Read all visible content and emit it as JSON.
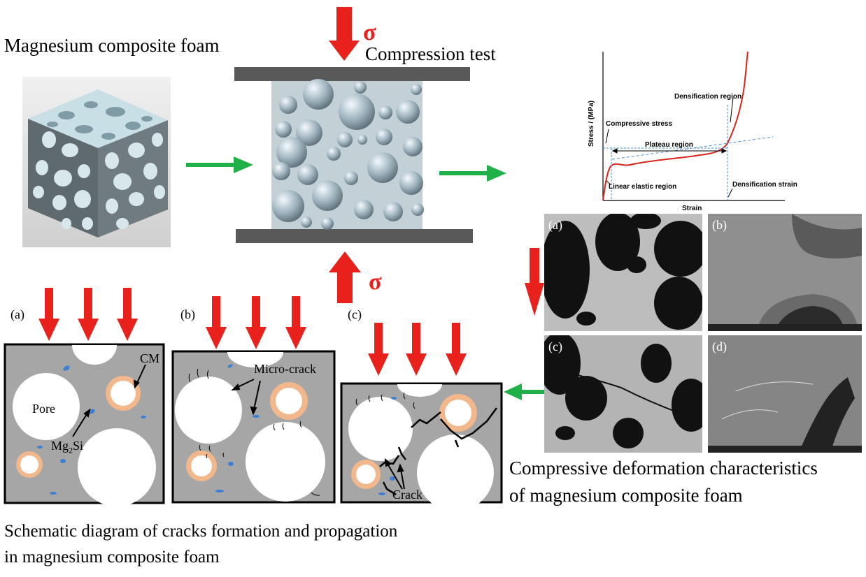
{
  "titles": {
    "foam": "Magnesium composite foam",
    "test": "Compression test",
    "sigma": "σ"
  },
  "graph": {
    "ylabel": "Stress / (MPa)",
    "xlabel": "Strain",
    "annotations": {
      "densification_region": "Densification region",
      "compressive_stress": "Compressive stress",
      "plateau_region": "Plateau region",
      "linear_elastic": "Linear elastic region",
      "densification_strain": "Densification strain"
    }
  },
  "micrographs": {
    "labels": [
      "(a)",
      "(b)",
      "(c)",
      "(d)"
    ],
    "caption_line1": "Compressive deformation characteristics",
    "caption_line2": "of magnesium composite foam"
  },
  "schematic": {
    "labels": [
      "(a)",
      "(b)",
      "(c)"
    ],
    "pore": "Pore",
    "cm": "CM",
    "mg2si_base": "Mg",
    "mg2si_sub": "2",
    "mg2si_tail": "Si",
    "micro_crack": "Micro-crack",
    "crack": "Crack",
    "caption_line1": "Schematic diagram of cracks formation and propagation",
    "caption_line2": "in magnesium composite foam"
  },
  "colors": {
    "arrow_red": "#e8211c",
    "arrow_green": "#1fb04a",
    "matrix_gray": "#a6a6a6",
    "particle_blue": "#3d7fd1",
    "cm_ring": "#f2b88b",
    "plate_gray": "#595959",
    "curve_red": "#d9261c",
    "guide_blue": "#4a90d9"
  }
}
